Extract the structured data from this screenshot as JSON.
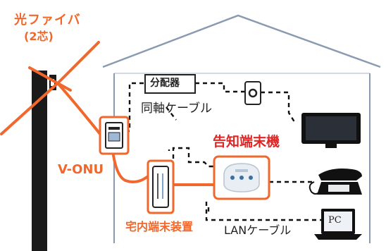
{
  "labels": {
    "fiber": "光ファイバ",
    "fiber_sub": "(2芯)",
    "v_onu": "V-ONU",
    "distributor": "分配器",
    "coax_cable": "同軸ケーブル",
    "notification_terminal": "告知端末機",
    "home_terminal": "宅内端末装置",
    "lan_cable": "LANケーブル",
    "pc": "PC"
  },
  "colors": {
    "fiber_line": "#f2682c",
    "highlight_border": "#f2682c",
    "notification_text": "#e02525",
    "house_outline": "#8a9ab0",
    "pole": "#1a1a1a"
  }
}
